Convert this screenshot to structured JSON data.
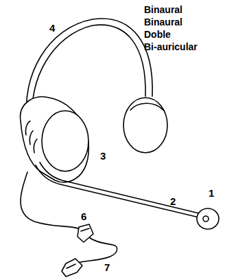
{
  "diagram": {
    "labels": [
      "Binaural",
      "Binaural",
      "Doble",
      "Bi-auricular",
      "4",
      "3",
      "1",
      "2",
      "6",
      "7"
    ]
  }
}
